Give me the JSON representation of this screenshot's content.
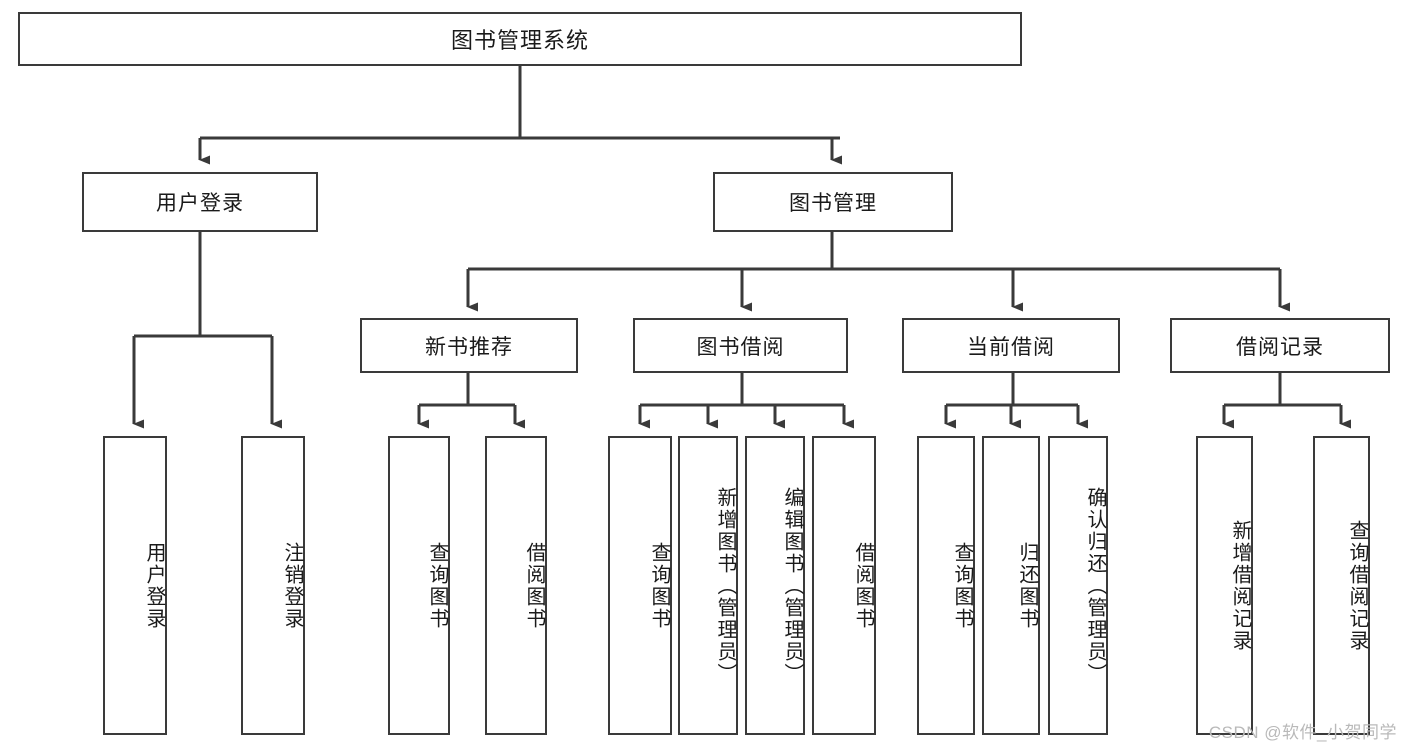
{
  "diagram": {
    "type": "hierarchy-tree",
    "title": "图书管理系统",
    "colors": {
      "background": "#ffffff",
      "line": "#3a3a3a",
      "text": "#1a1a1a",
      "watermark": "#b9b9b9"
    },
    "root": {
      "label": "图书管理系统"
    },
    "level2": [
      {
        "label": "用户登录"
      },
      {
        "label": "图书管理"
      }
    ],
    "level3": [
      {
        "label": "新书推荐"
      },
      {
        "label": "图书借阅"
      },
      {
        "label": "当前借阅"
      },
      {
        "label": "借阅记录"
      }
    ],
    "leaves": {
      "user_login": [
        {
          "label": "用户登录"
        },
        {
          "label": "注销登录"
        }
      ],
      "new_book_recommend": [
        {
          "label": "查询图书"
        },
        {
          "label": "借阅图书"
        }
      ],
      "book_borrow": [
        {
          "label": "查询图书"
        },
        {
          "label": "新增图书（管理员）"
        },
        {
          "label": "编辑图书（管理员）"
        },
        {
          "label": "借阅图书"
        }
      ],
      "current_borrow": [
        {
          "label": "查询图书"
        },
        {
          "label": "归还图书"
        },
        {
          "label": "确认归还（管理员）"
        }
      ],
      "borrow_record": [
        {
          "label": "新增借阅记录"
        },
        {
          "label": "查询借阅记录"
        }
      ]
    }
  },
  "watermark": {
    "text": "CSDN @软件_小贺同学"
  }
}
